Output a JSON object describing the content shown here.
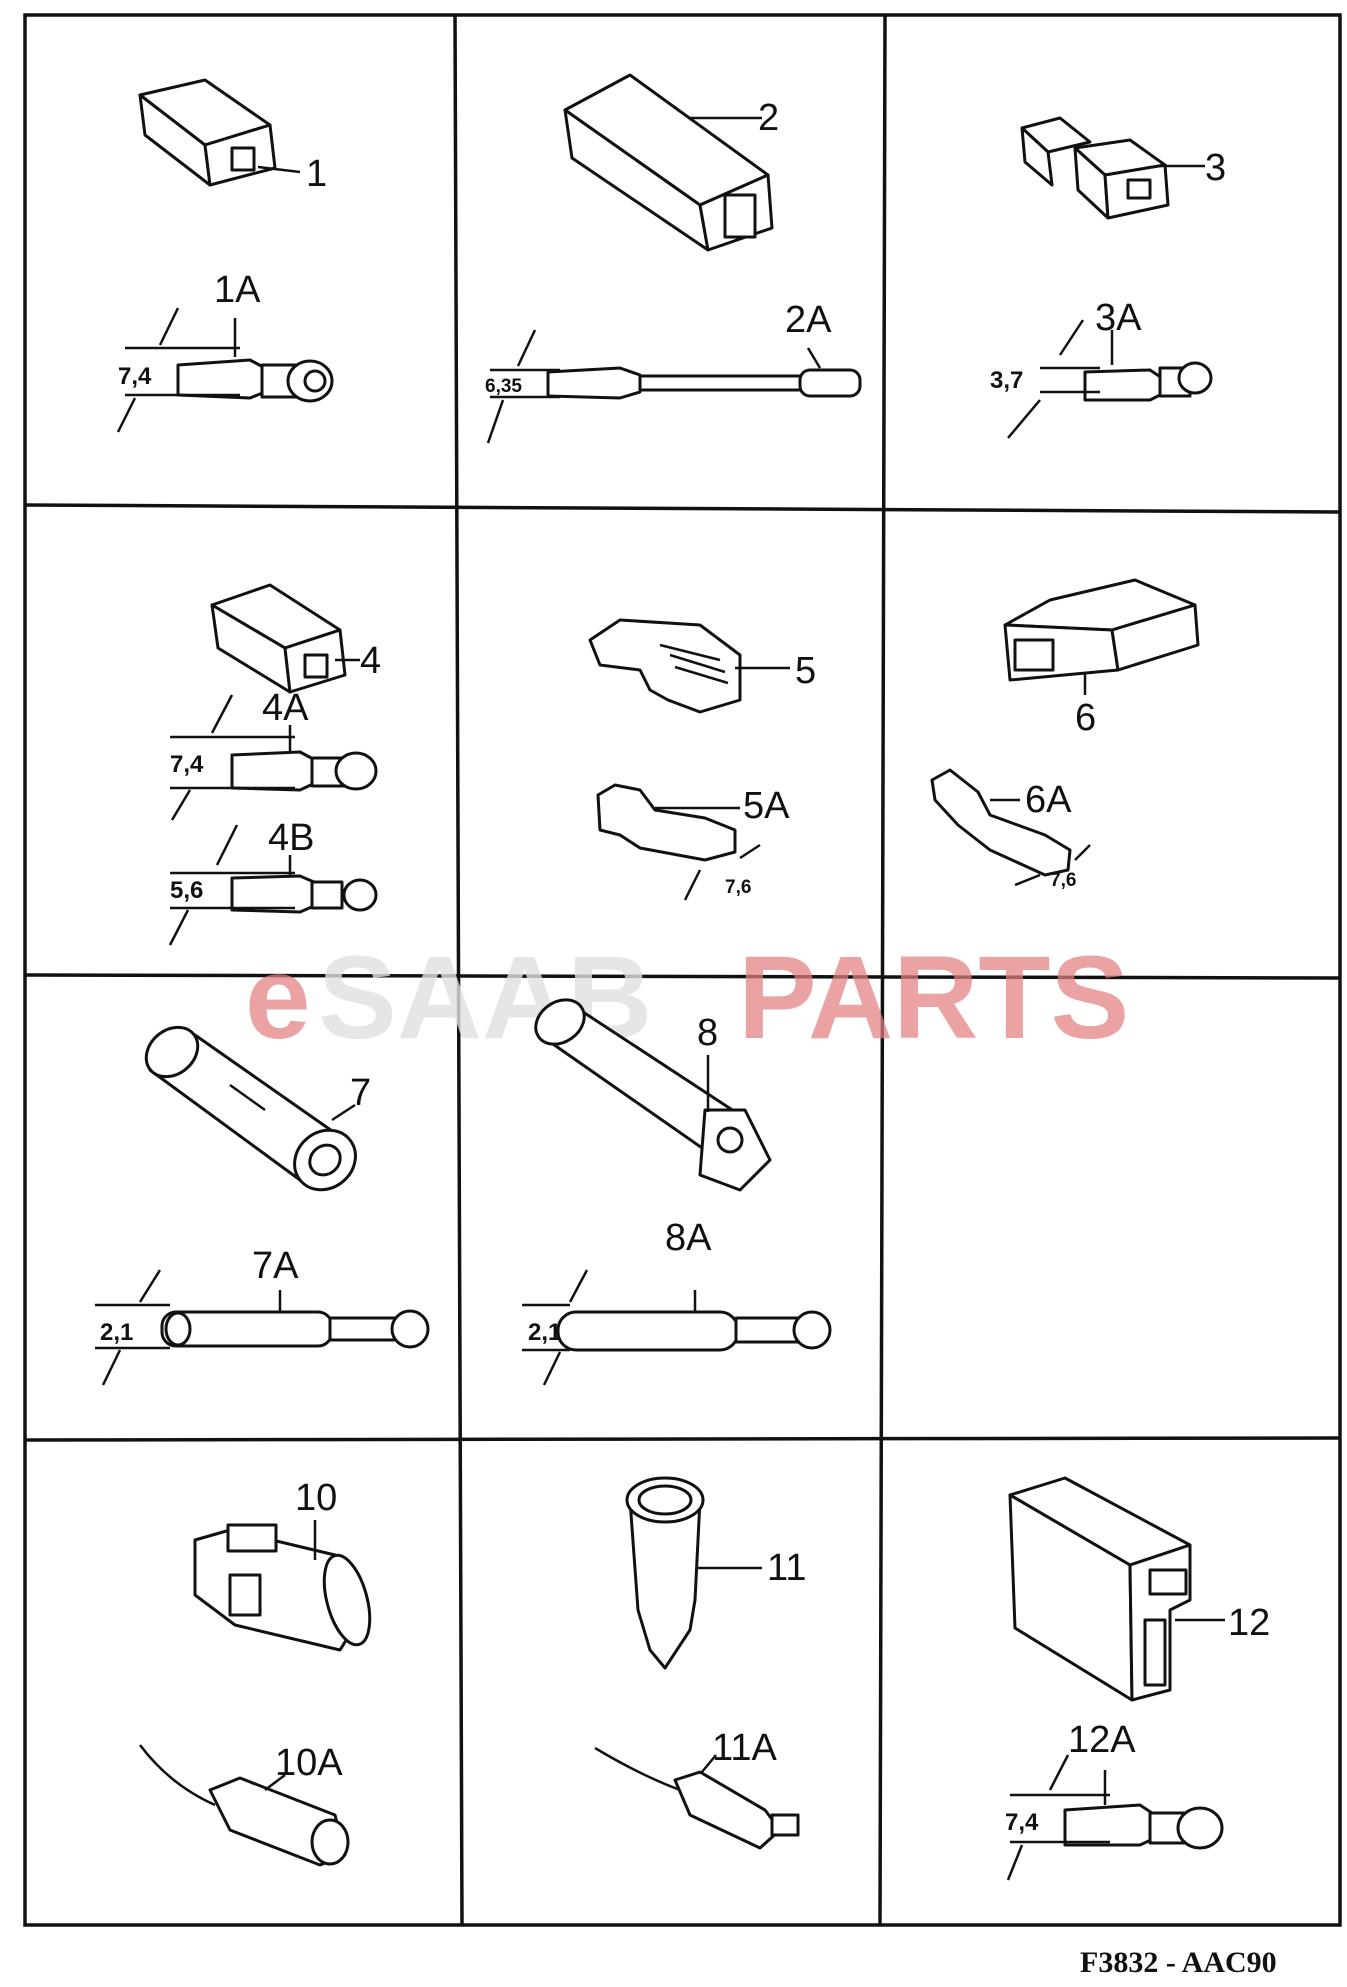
{
  "watermark": {
    "prefix": "e",
    "middle": "SAAB",
    "suffix": "PARTS"
  },
  "footer": {
    "code": "F3832 - AAC90"
  },
  "cells": [
    {
      "part": "1",
      "terminals": [
        {
          "label": "1A",
          "dim": "7,4"
        }
      ]
    },
    {
      "part": "2",
      "terminals": [
        {
          "label": "2A",
          "dim": "6,35"
        }
      ]
    },
    {
      "part": "3",
      "terminals": [
        {
          "label": "3A",
          "dim": "3,7"
        }
      ]
    },
    {
      "part": "4",
      "terminals": [
        {
          "label": "4A",
          "dim": "7,4"
        },
        {
          "label": "4B",
          "dim": "5,6"
        }
      ]
    },
    {
      "part": "5",
      "terminals": [
        {
          "label": "5A",
          "dim": "7,6"
        }
      ]
    },
    {
      "part": "6",
      "terminals": [
        {
          "label": "6A",
          "dim": "7,6"
        }
      ]
    },
    {
      "part": "7",
      "terminals": [
        {
          "label": "7A",
          "dim": "2,1"
        }
      ]
    },
    {
      "part": "8",
      "terminals": [
        {
          "label": "8A",
          "dim": "2,1"
        }
      ]
    },
    {
      "part": "",
      "terminals": []
    },
    {
      "part": "10",
      "terminals": [
        {
          "label": "10A",
          "dim": ""
        }
      ]
    },
    {
      "part": "11",
      "terminals": [
        {
          "label": "11A",
          "dim": ""
        }
      ]
    },
    {
      "part": "12",
      "terminals": [
        {
          "label": "12A",
          "dim": "7,4"
        }
      ]
    }
  ]
}
